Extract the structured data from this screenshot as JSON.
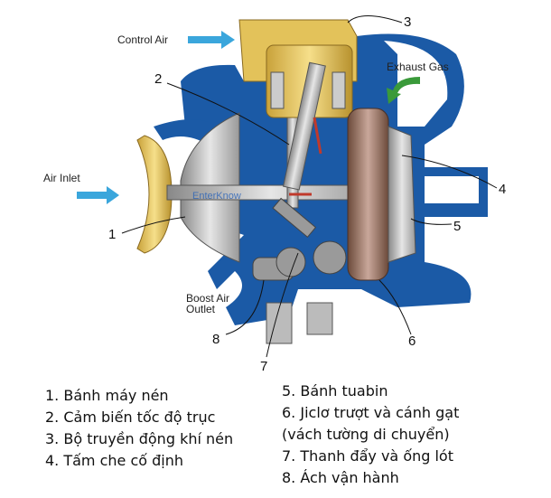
{
  "labels": {
    "control_air": "Control Air",
    "exhaust_gas": "Exhaust Gas",
    "air_inlet": "Air Inlet",
    "boost_air_outlet_1": "Boost Air",
    "boost_air_outlet_2": "Outlet",
    "watermark": "EnterKnow"
  },
  "callouts": [
    "1",
    "2",
    "3",
    "4",
    "5",
    "6",
    "7",
    "8"
  ],
  "legend": {
    "left": [
      "1. Bánh máy nén",
      "2. Cảm biến tốc độ trục",
      "3. Bộ truyền động khí nén",
      "4. Tấm che cố định"
    ],
    "right": [
      "5. Bánh tuabin",
      "6. Jiclơ trượt và cánh gạt",
      "(vách tường di chuyển)",
      "7. Thanh đẩy và ống lót",
      "8. Ách vận hành"
    ]
  },
  "colors": {
    "housing": "#1b5aa6",
    "actuator": "#e3c25a",
    "arrow": "#3aa6dc",
    "exhaust_arrow": "#3a9a3a"
  }
}
